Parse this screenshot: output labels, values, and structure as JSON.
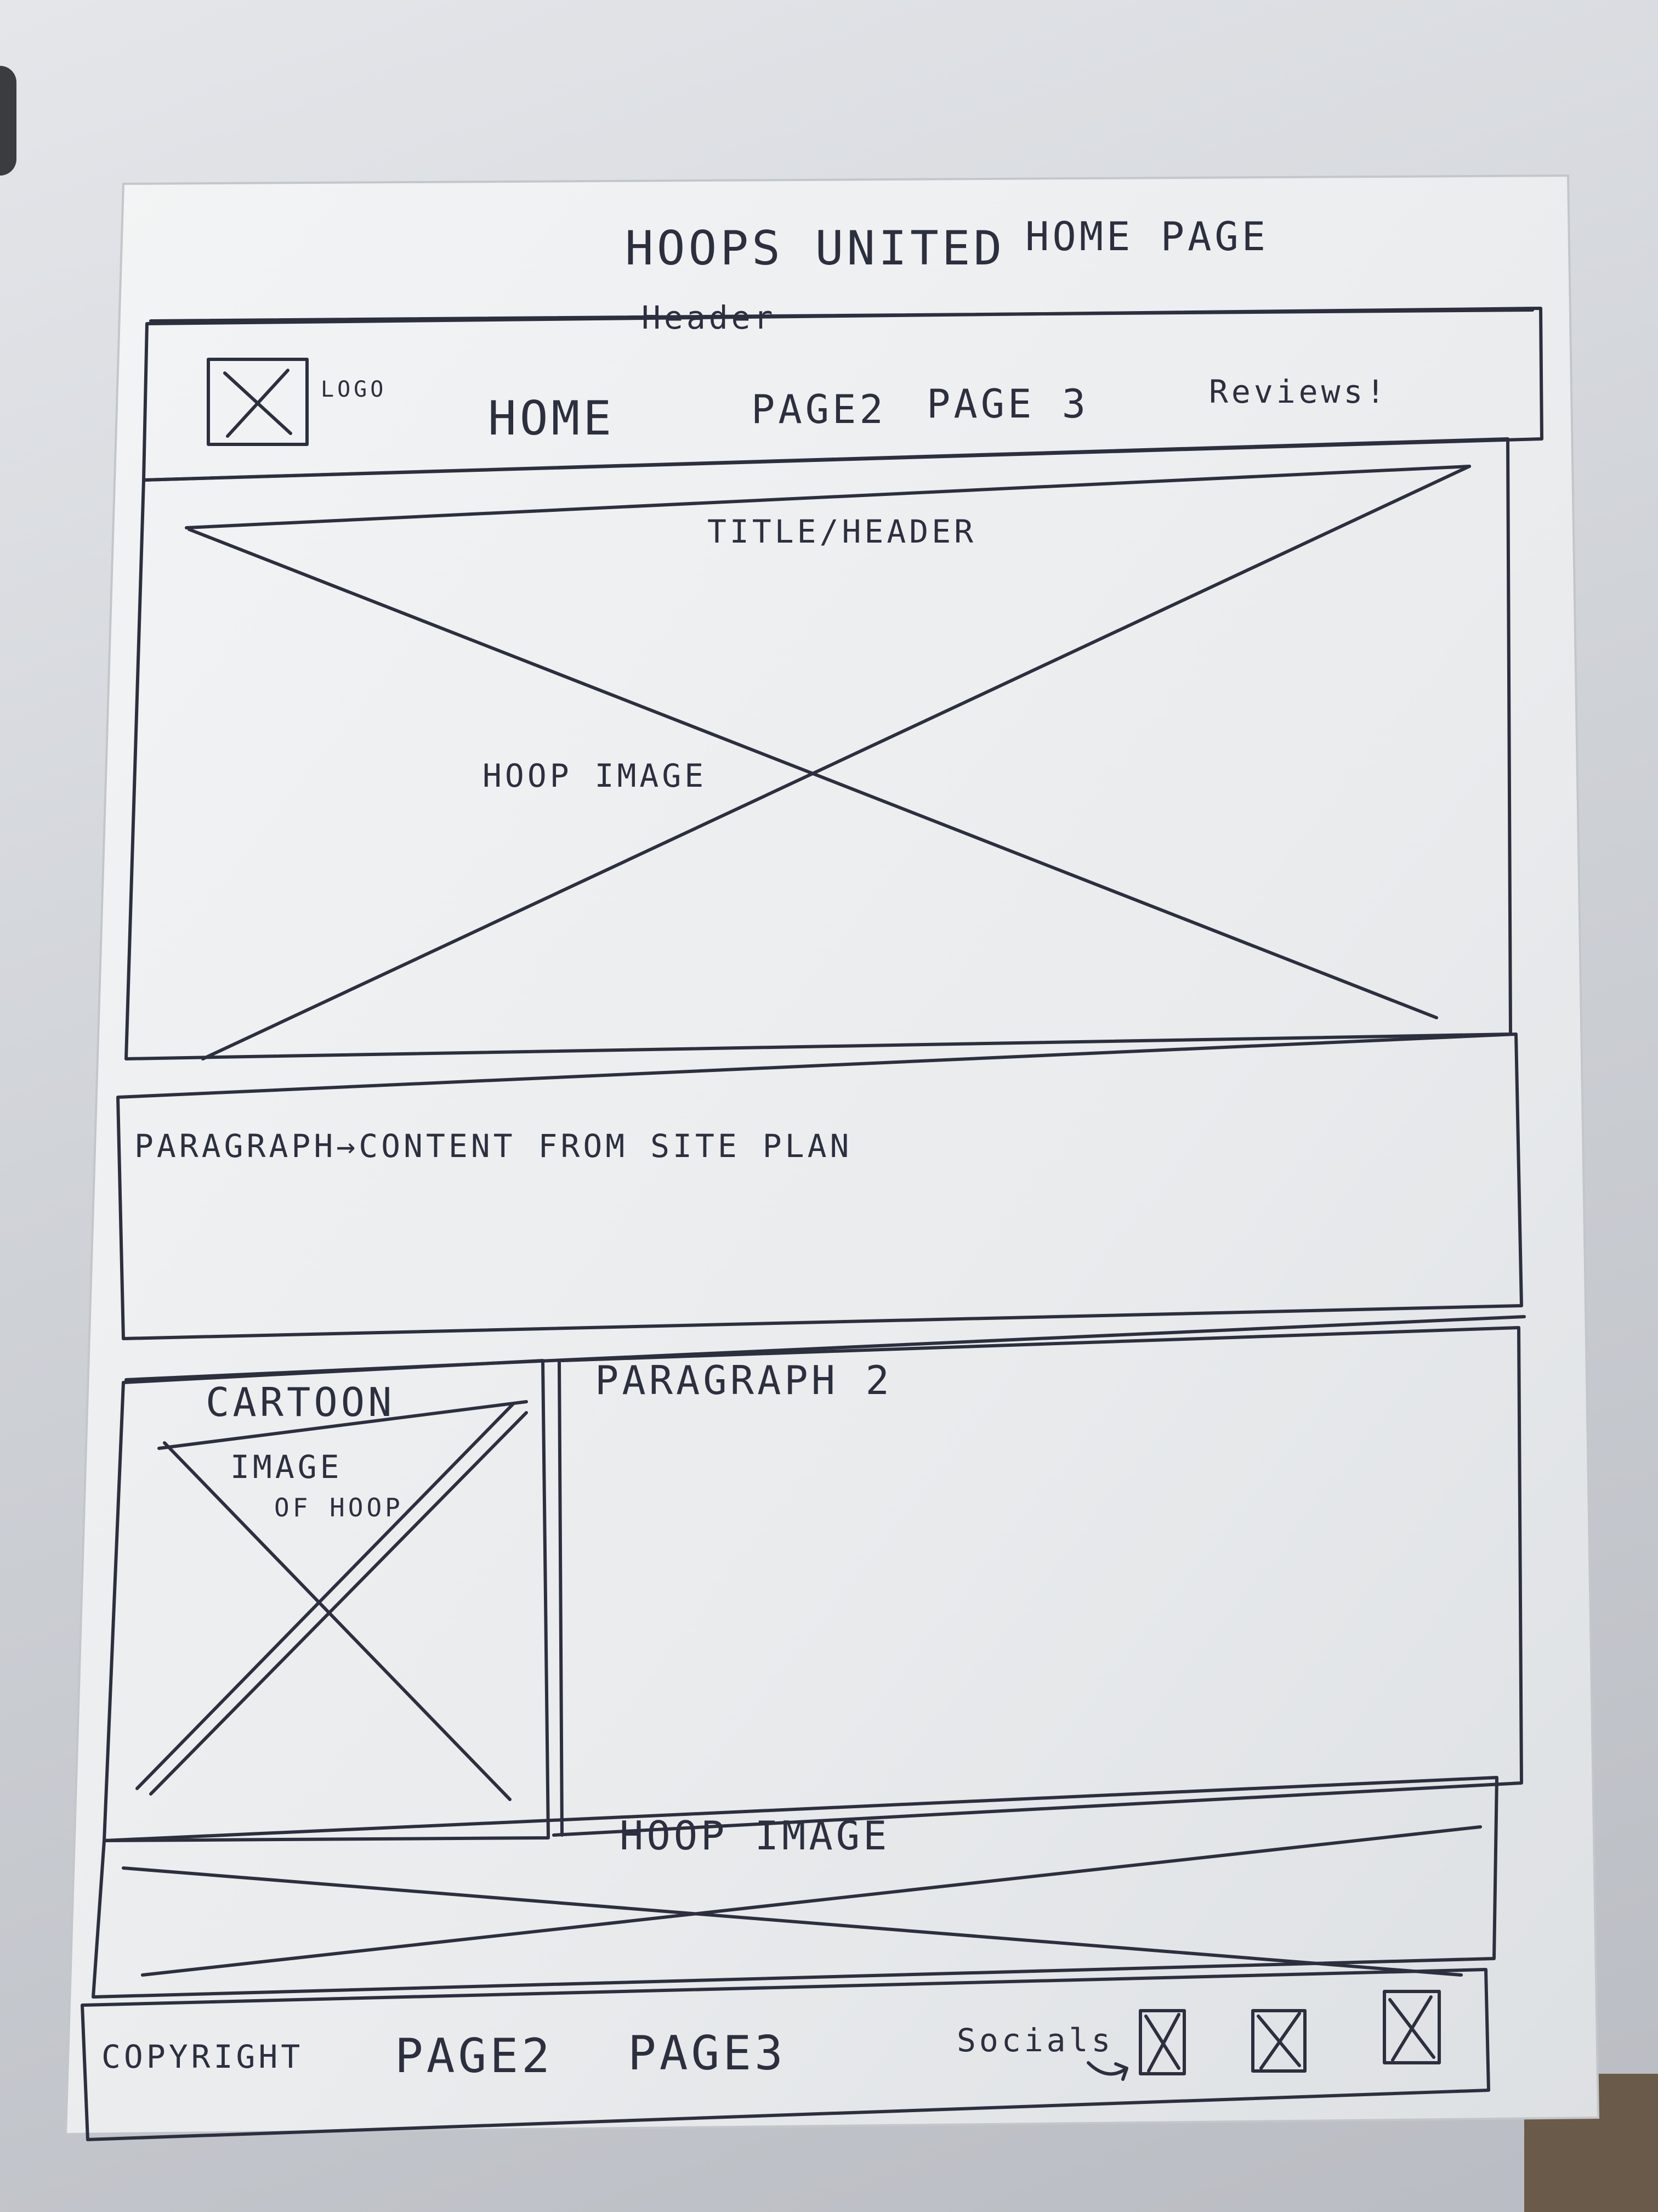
{
  "sketch": {
    "title": "HOOPS UNITED",
    "page_name": "HOME PAGE",
    "header_label": "Header",
    "nav": {
      "logo_label": "LOGO",
      "items": [
        "HOME",
        "PAGE2",
        "PAGE 3",
        "Reviews!"
      ]
    },
    "hero": {
      "title_label": "TITLE/HEADER",
      "image_label": "HOOP IMAGE"
    },
    "paragraph_1": "PARAGRAPH→CONTENT FROM SITE PLAN",
    "cartoon": {
      "line1": "CARTOON",
      "line2": "IMAGE",
      "line3": "OF HOOP"
    },
    "paragraph_2": "PARAGRAPH 2",
    "banner_image_label": "HOOP IMAGE",
    "footer": {
      "copyright": "COPYRIGHT",
      "links": [
        "PAGE2",
        "PAGE3"
      ],
      "socials_label": "Socials"
    }
  },
  "colors": {
    "ink": "#2c2f3e",
    "paper": "#eef0f2",
    "desk": "#cfd2d7"
  }
}
